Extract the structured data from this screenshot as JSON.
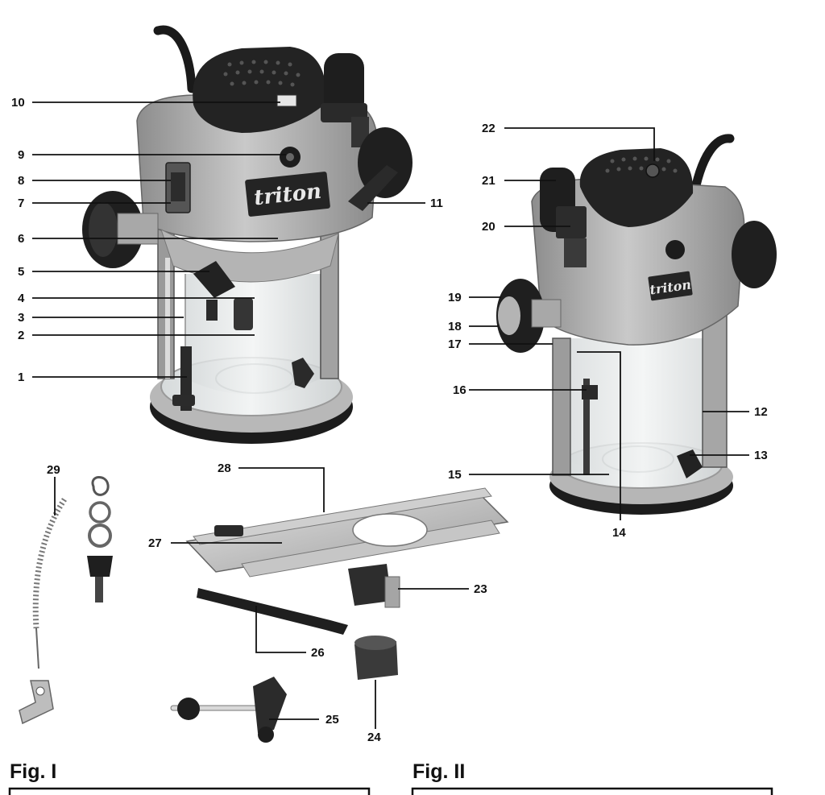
{
  "brand": "triton",
  "figures": [
    {
      "label": "Fig. I"
    },
    {
      "label": "Fig. II"
    }
  ],
  "callouts": [
    "1",
    "2",
    "3",
    "4",
    "5",
    "6",
    "7",
    "8",
    "9",
    "10",
    "11",
    "12",
    "13",
    "14",
    "15",
    "16",
    "17",
    "18",
    "19",
    "20",
    "21",
    "22",
    "23",
    "24",
    "25",
    "26",
    "27",
    "28",
    "29"
  ]
}
